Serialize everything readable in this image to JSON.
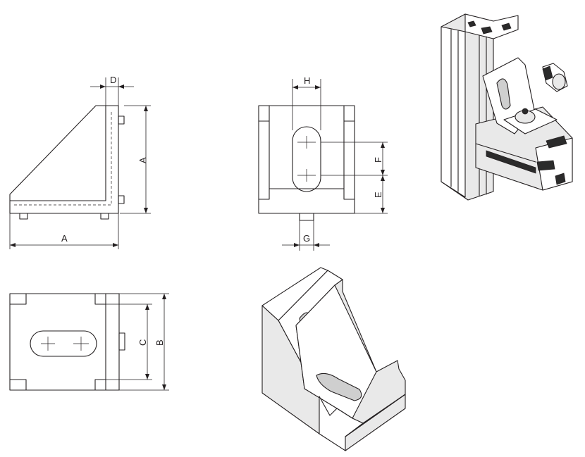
{
  "labels": {
    "side_view": {
      "dim_a_vertical": "A",
      "dim_a_horizontal": "A",
      "dim_d": "D"
    },
    "front_view": {
      "dim_h": "H",
      "dim_f": "F",
      "dim_e": "E",
      "dim_g": "G"
    },
    "top_view": {
      "dim_c": "C",
      "dim_b": "B"
    }
  }
}
